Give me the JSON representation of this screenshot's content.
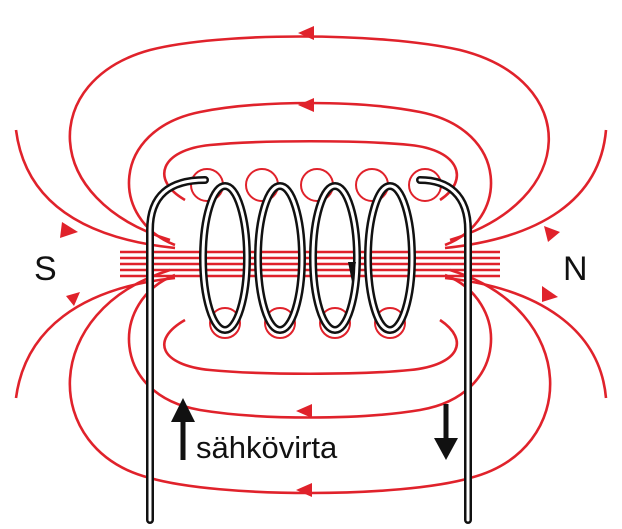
{
  "labels": {
    "south": "S",
    "north": "N",
    "current": "sähkövirta"
  },
  "colors": {
    "field_line": "#e0222b",
    "wire": "#111111",
    "background": "#ffffff"
  },
  "icons": {
    "current_up": "arrow-up-icon",
    "current_down": "arrow-down-icon"
  }
}
